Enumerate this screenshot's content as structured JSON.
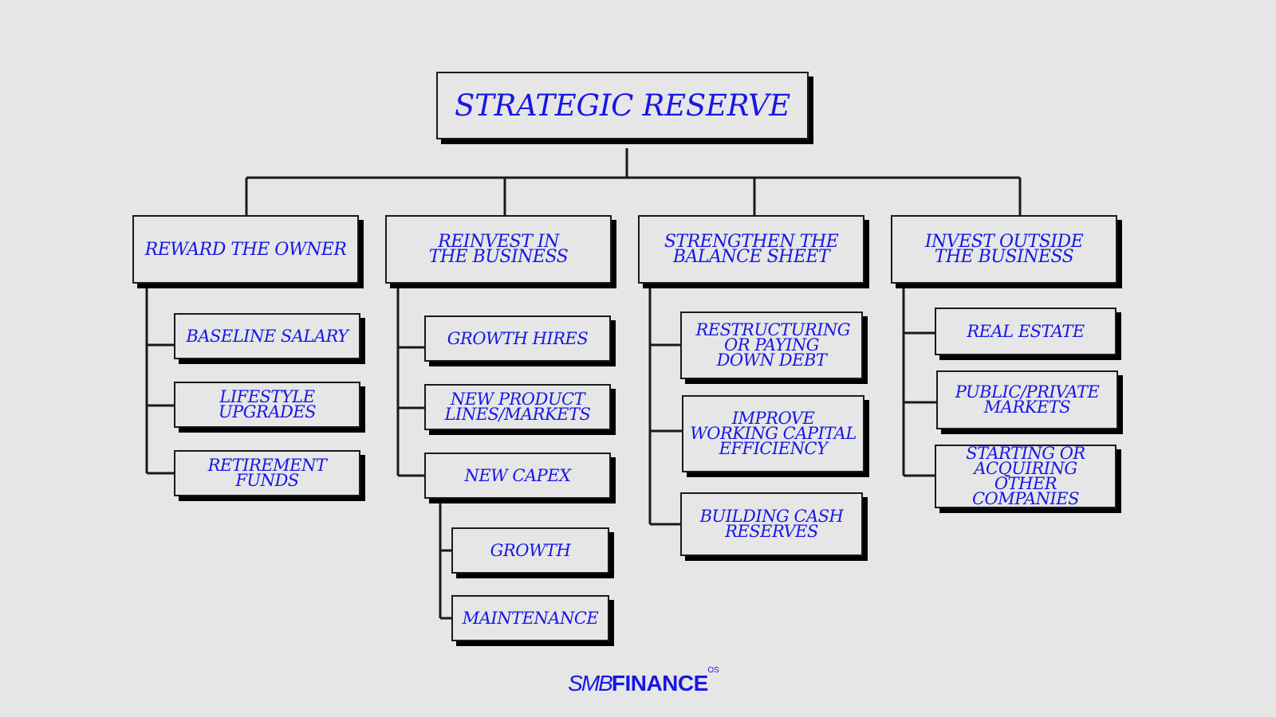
{
  "root": {
    "label": "STRATEGIC RESERVE"
  },
  "categories": [
    {
      "label": "REWARD THE OWNER",
      "items": [
        {
          "label": "BASELINE SALARY"
        },
        {
          "label": "LIFESTYLE UPGRADES"
        },
        {
          "label": "RETIREMENT FUNDS"
        }
      ]
    },
    {
      "label": "REINVEST IN THE BUSINESS",
      "items": [
        {
          "label": "GROWTH HIRES"
        },
        {
          "label": "NEW PRODUCT LINES/MARKETS"
        },
        {
          "label": "NEW CAPEX",
          "children": [
            {
              "label": "GROWTH"
            },
            {
              "label": "MAINTENANCE"
            }
          ]
        }
      ]
    },
    {
      "label": "STRENGTHEN THE BALANCE SHEET",
      "items": [
        {
          "label": "RESTRUCTURING OR PAYING DOWN DEBT"
        },
        {
          "label": "IMPROVE WORKING CAPITAL EFFICIENCY"
        },
        {
          "label": "BUILDING CASH RESERVES"
        }
      ]
    },
    {
      "label": "INVEST OUTSIDE THE BUSINESS",
      "items": [
        {
          "label": "REAL ESTATE"
        },
        {
          "label": "PUBLIC/PRIVATE MARKETS"
        },
        {
          "label": "STARTING OR ACQUIRING OTHER COMPANIES"
        }
      ]
    }
  ],
  "logo": {
    "part1": "SMB",
    "part2": "FINANCE",
    "superscript": "OS"
  },
  "colors": {
    "text": "#1717e6",
    "line": "#1a1a1a",
    "background": "#e6e6e6"
  }
}
